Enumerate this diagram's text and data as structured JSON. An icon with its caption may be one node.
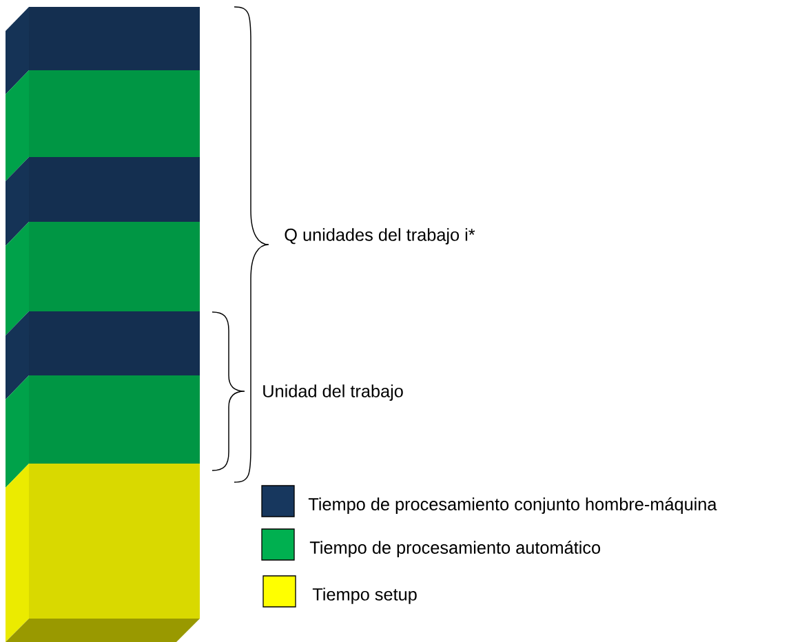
{
  "diagram": {
    "labels": [
      "Q unidades del trabajo i*",
      "Unidad del trabajo"
    ],
    "legend": [
      {
        "text": "Tiempo de procesamiento conjunto hombre-máquina",
        "color": "#17375e"
      },
      {
        "text": "Tiempo de procesamiento automático",
        "color": "#00b050"
      },
      {
        "text": "Tiempo setup",
        "color": "#ffff00"
      }
    ]
  }
}
